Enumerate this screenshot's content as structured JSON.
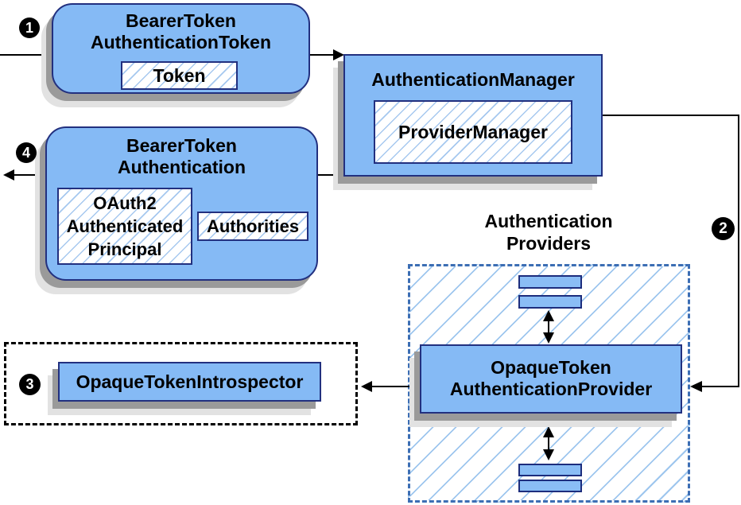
{
  "diagram": {
    "badges": {
      "step1": "1",
      "step2": "2",
      "step3": "3",
      "step4": "4"
    },
    "nodes": {
      "bearer_token_authentication_token": {
        "title": "BearerToken\nAuthenticationToken",
        "token": "Token"
      },
      "authentication_manager": {
        "title": "AuthenticationManager",
        "provider_manager": "ProviderManager"
      },
      "bearer_token_authentication": {
        "title": "BearerToken\nAuthentication",
        "principal": "OAuth2\nAuthenticated\nPrincipal",
        "authorities": "Authorities"
      },
      "authentication_providers": {
        "label": "Authentication\nProviders"
      },
      "opaque_token_authentication_provider": {
        "title": "OpaqueToken\nAuthenticationProvider"
      },
      "opaque_token_introspector": {
        "title": "OpaqueTokenIntrospector"
      }
    },
    "colors": {
      "node_fill": "#85baf5",
      "node_border": "#22307f",
      "hatch_line": "#a6c8ef",
      "providers_dash_border": "#3c6eb4",
      "introspector_dash_border": "#000000",
      "shadow_dark": "#9a9a9a",
      "shadow_light": "#e2e2e2",
      "connector": "#000000",
      "badge_fill": "#000000",
      "badge_text": "#ffffff"
    }
  }
}
